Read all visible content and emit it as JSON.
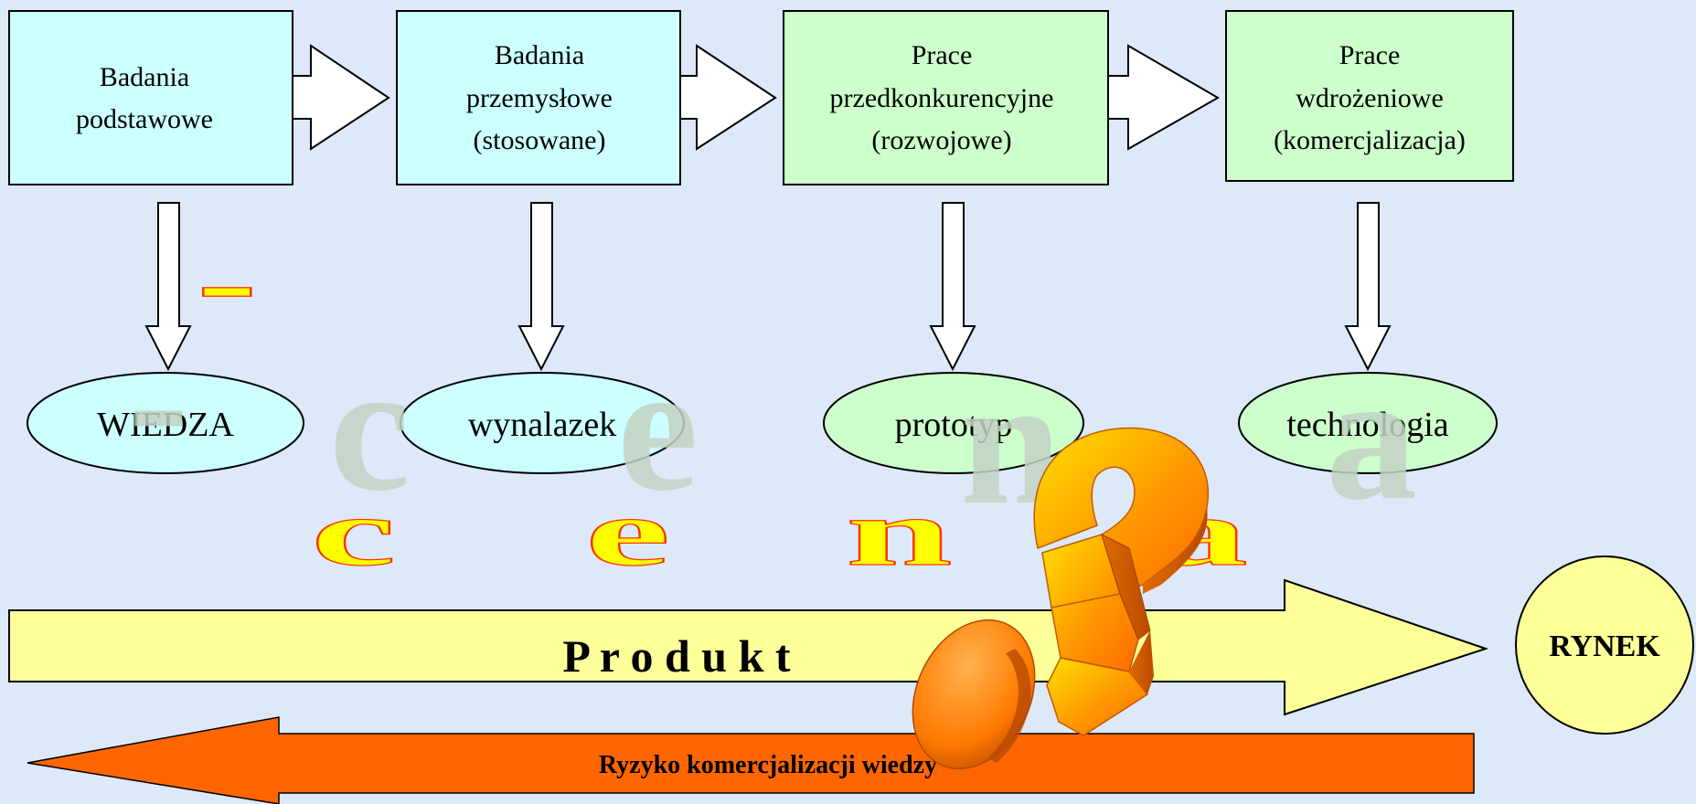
{
  "colors": {
    "background": "#dde8f9",
    "research_box": "#ccffff",
    "dev_box": "#ccffcc",
    "outline": "#000000",
    "product_arrow": "#ffff99",
    "risk_arrow": "#ff6600",
    "cena_fill": "#ffff00",
    "cena_stroke": "#ff3300",
    "cena_shadow": "#c2d3c4",
    "question_mark": "#ff9900"
  },
  "stages": [
    {
      "lines": [
        "Badania",
        "podstawowe"
      ]
    },
    {
      "lines": [
        "Badania",
        "przemysłowe",
        "(stosowane)"
      ]
    },
    {
      "lines": [
        "Prace",
        "przedkonkurencyjne",
        "(rozwojowe)"
      ]
    },
    {
      "lines": [
        "Prace",
        "wdrożeniowe",
        "(komercjalizacja)"
      ]
    }
  ],
  "outputs": [
    "WIEDZA",
    "wynalazek",
    "prototyp",
    "technologia"
  ],
  "cena_letters": [
    "-",
    "c",
    "e",
    "n",
    "a"
  ],
  "product_label": "P r o d u k t",
  "market_label": "RYNEK",
  "risk_label": "Ryzyko komercjalizacji wiedzy",
  "question_mark_icon": "question-mark-3d-icon"
}
